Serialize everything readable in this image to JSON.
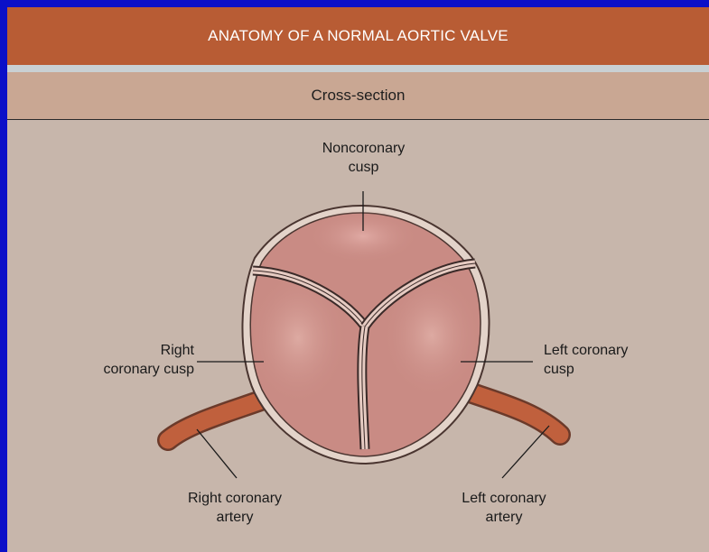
{
  "title": "ANATOMY OF A NORMAL AORTIC VALVE",
  "subtitle": "Cross-section",
  "labels": {
    "noncoronary_cusp": [
      "Noncoronary",
      "cusp"
    ],
    "right_coronary_cusp": [
      "Right",
      "coronary cusp"
    ],
    "left_coronary_cusp": [
      "Left coronary",
      "cusp"
    ],
    "right_coronary_artery": [
      "Right coronary",
      "artery"
    ],
    "left_coronary_artery": [
      "Left coronary",
      "artery"
    ]
  },
  "colors": {
    "background": "#0b10c8",
    "panel": "#c7b6ab",
    "title_bar": "#b85c34",
    "subtitle_bar": "#c9a793",
    "valve": "#c98b84",
    "artery": "#c0603d"
  }
}
